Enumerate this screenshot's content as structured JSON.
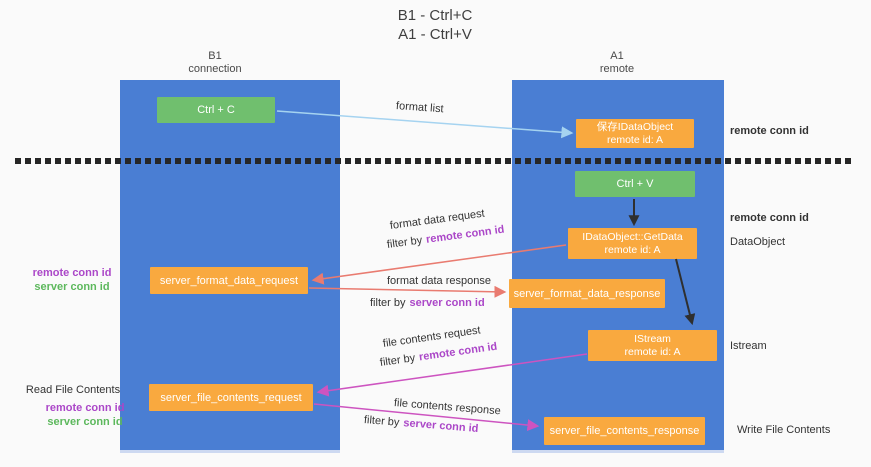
{
  "title": {
    "line1": "B1 - Ctrl+C",
    "line2": "A1 - Ctrl+V"
  },
  "columns": {
    "left": {
      "name": "B1",
      "type": "connection"
    },
    "right": {
      "name": "A1",
      "type": "remote"
    }
  },
  "boxes": {
    "ctrl_c": "Ctrl + C",
    "ctrl_v": "Ctrl + V",
    "save_idataobject": "保存IDataObject",
    "getdata": "IDataObject::GetData",
    "istream": "IStream",
    "remote_id": "remote id: A",
    "server_format_data_request": "server_format_data_request",
    "server_format_data_response": "server_format_data_response",
    "server_file_contents_request": "server_file_contents_request",
    "server_file_contents_response": "server_file_contents_response"
  },
  "arrow_labels": {
    "format_list": "format list",
    "format_data_request": "format data request",
    "format_data_response": "format data response",
    "file_contents_request": "file contents request",
    "file_contents_response": "file contents response",
    "filter_by": "filter by",
    "remote_conn_id": "remote conn id",
    "server_conn_id": "server conn id"
  },
  "side_labels": {
    "remote_conn_id": "remote conn id",
    "server_conn_id": "server conn id",
    "dataobject": "DataObject",
    "istream": "Istream",
    "read_file_contents": "Read File Contents",
    "write_file_contents": "Write File Contents"
  },
  "colors": {
    "column_blue": "#4a7ed3",
    "box_green": "#70bf6e",
    "box_orange": "#f9a93f",
    "arrow_lightblue": "#a5d3f0",
    "arrow_red": "#e97b70",
    "arrow_magenta": "#cd54c0",
    "arrow_black": "#2f2f2f",
    "label_purple": "#ab47c8",
    "label_green": "#5cb85c"
  }
}
